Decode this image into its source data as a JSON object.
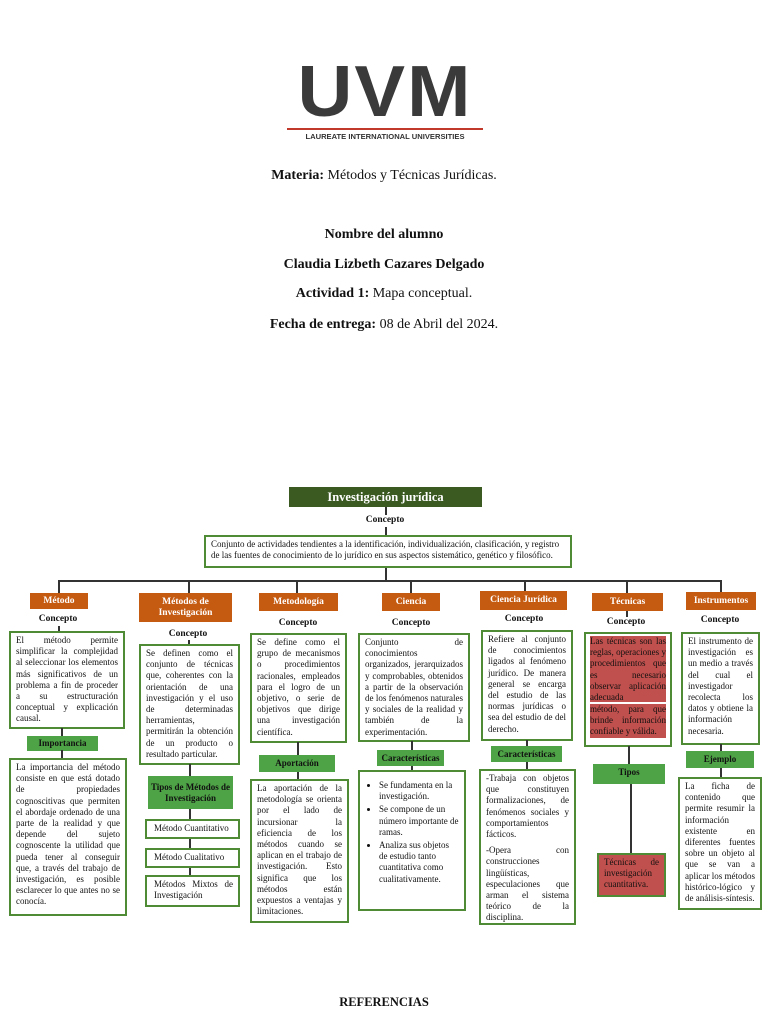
{
  "logo": {
    "text": "UVM",
    "subtitle": "LAUREATE INTERNATIONAL UNIVERSITIES"
  },
  "header": {
    "materia_label": "Materia:",
    "materia_value": "Métodos y Técnicas Jurídicas.",
    "nombre_label": "Nombre del alumno",
    "nombre_value": "Claudia Lizbeth Cazares Delgado",
    "actividad_label": "Actividad 1:",
    "actividad_value": "Mapa conceptual.",
    "fecha_label": "Fecha de entrega:",
    "fecha_value": "08 de Abril del 2024."
  },
  "map": {
    "title": "Investigación jurídica",
    "concepto": "Concepto",
    "main_text": "Conjunto de actividades tendientes a la identificación, individualización, clasificación, y registro de las fuentes de conocimiento de lo jurídico en sus aspectos sistemático, genético y filosófico.",
    "metodo": {
      "title": "Método",
      "text": "El método permite simplificar la complejidad al seleccionar los elementos más significativos de un problema a fin de proceder a su estructuración conceptual y explicación causal.",
      "sub": "Importancia",
      "sub_text": "La importancia del método consiste en que está dotado de propiedades cognoscitivas que permiten el abordaje ordenado de una parte de la realidad y que depende del sujeto cognoscente la utilidad que pueda tener al conseguir que, a través del trabajo de investigación, es posible esclarecer lo que antes no se conocía."
    },
    "metodos_inv": {
      "title": "Métodos de Investigación",
      "text": "Se definen como el conjunto de técnicas que, coherentes con la orientación de una investigación y el uso de determinadas herramientas, permitirán la obtención de un producto o resultado particular.",
      "sub": "Tipos de Métodos de Investigación",
      "tipos": [
        "Método Cuantitativo",
        "Método Cualitativo",
        "Métodos Mixtos de Investigación"
      ]
    },
    "metodologia": {
      "title": "Metodología",
      "text": "Se define como el grupo de mecanismos o procedimientos racionales, empleados para el logro de un objetivo, o serie de objetivos que dirige una investigación científica.",
      "sub": "Aportación",
      "sub_text": "La aportación de la metodología se orienta por el lado de incursionar la eficiencia de los métodos cuando se aplican en el trabajo de investigación. Esto significa que los métodos están expuestos a ventajas y limitaciones."
    },
    "ciencia": {
      "title": "Ciencia",
      "text": "Conjunto de conocimientos organizados, jerarquizados y comprobables, obtenidos a partir de la observación de los fenómenos naturales y sociales de la realidad y también de la experimentación.",
      "sub": "Características",
      "bullets": [
        "Se fundamenta en la investigación.",
        "Se compone de un número importante de ramas.",
        "Analiza sus objetos de estudio tanto cuantitativa como cualitativamente."
      ]
    },
    "ciencia_juridica": {
      "title": "Ciencia Jurídica",
      "text": "Refiere al conjunto de conocimientos ligados al fenómeno jurídico. De manera general se encarga del estudio de las normas jurídicas o sea del estudio de del derecho.",
      "sub": "Características",
      "sub_text_1": "-Trabaja con objetos que constituyen formalizaciones, de fenómenos sociales y comportamientos fácticos.",
      "sub_text_2": "-Opera con construcciones lingüísticas, especulaciones que arman el sistema teórico de la disciplina."
    },
    "tecnicas": {
      "title": "Técnicas",
      "text_1": "Las técnicas son las reglas, operaciones y procedimientos que es necesario observar aplicación adecuada",
      "text_2": "método, para que brinde información confiable y válida.",
      "sub": "Tipos",
      "tipo": "Técnicas de investigación cuantitativa."
    },
    "instrumentos": {
      "title": "Instrumentos",
      "text": "El instrumento de investigación es un medio a través del cual el investigador recolecta los datos y obtiene la información necesaria.",
      "sub": "Ejemplo",
      "sub_text": "La ficha de contenido que permite resumir la información existente en diferentes fuentes sobre un objeto al que se van a aplicar los métodos histórico-lógico y de análisis-síntesis."
    }
  },
  "footer": {
    "referencias": "REFERENCIAS"
  },
  "colors": {
    "title_green": "#3b5a22",
    "orange": "#c55a11",
    "label_green": "#4ea346",
    "border_green": "#4f8a35",
    "highlight_red": "#c0504d",
    "logo_gray": "#3a3a3a"
  }
}
